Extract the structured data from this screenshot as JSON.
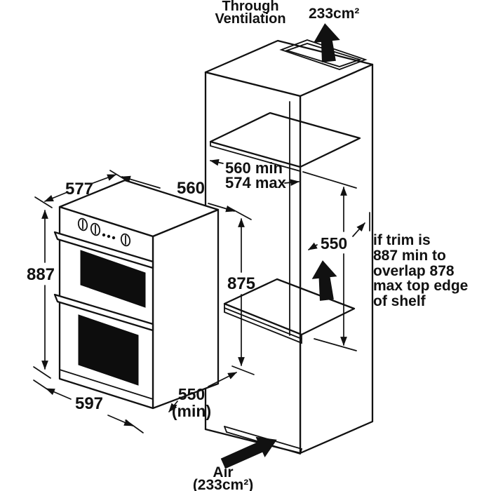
{
  "figure": {
    "title_note_line1": "Through",
    "title_note_line2": "Ventilation",
    "top_vent_area": "233cm²",
    "bottom_air_line1": "Air",
    "bottom_air_line2": "(233cm²)"
  },
  "dimensions": {
    "oven_top_depth": "577",
    "oven_top_width": "560",
    "oven_height": "887",
    "oven_width": "597",
    "runner_depth_line1": "550",
    "runner_depth_line2": "(min)",
    "niche_depth_min": "560 min",
    "niche_depth_max": "574 max",
    "shelf_clearance": "550",
    "niche_height": "875"
  },
  "notes": {
    "trim_note": [
      "if trim is",
      "887 min to",
      "overlap 878",
      "max top edge",
      "of shelf"
    ]
  },
  "icons": {
    "top_airflow": "up-arrow",
    "mid_airflow": "up-arrow",
    "bottom_airflow": "up-right-arrow"
  },
  "colors": {
    "ink": "#111111",
    "paper": "#ffffff"
  }
}
